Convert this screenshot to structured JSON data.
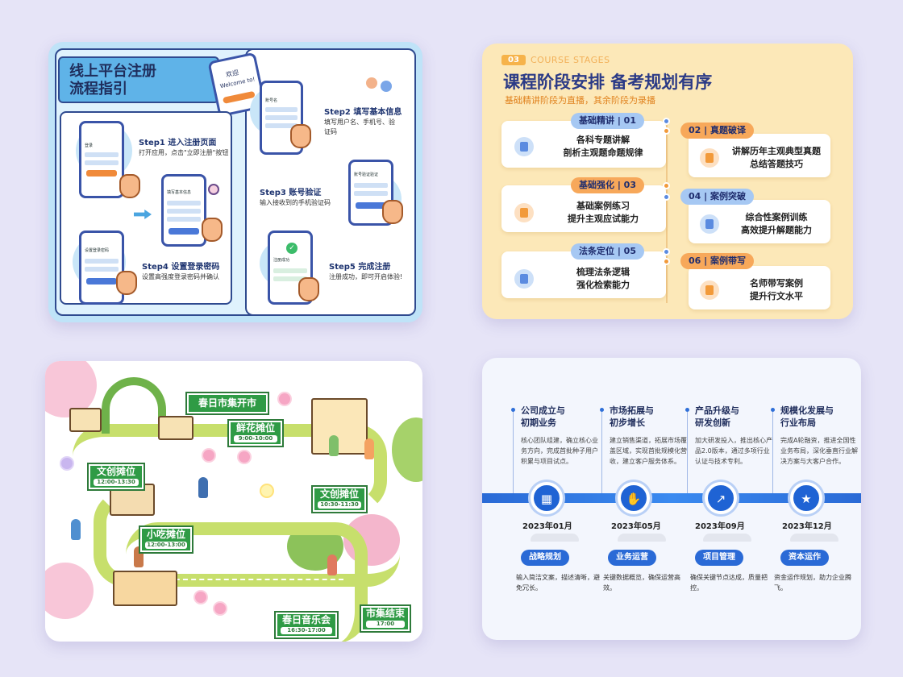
{
  "registration": {
    "title_line1": "线上平台注册",
    "title_line2": "流程指引",
    "welcome_text": "欢迎",
    "welcome_en": "Welcome to!",
    "steps": [
      {
        "title": "Step1 进入注册页面",
        "desc": "打开应用，点击\"立即注册\"按钮"
      },
      {
        "title": "Step2 填写基本信息",
        "desc": "填写用户名、手机号、验证码"
      },
      {
        "title": "Step3 账号验证",
        "desc": "输入接收到的手机验证码"
      },
      {
        "title": "Step4 设置登录密码",
        "desc": "设置高强度登录密码并确认"
      },
      {
        "title": "Step5 完成注册",
        "desc": "注册成功，即可开启体验!"
      }
    ],
    "phone_labels": [
      "登录",
      "填写基本信息",
      "设置登录密码",
      "账号名",
      "账号验证验证",
      "注册成功"
    ]
  },
  "course": {
    "badge": "03",
    "label_en": "COURSE STAGES",
    "title": "课程阶段安排 备考规划有序",
    "subtitle": "基础精讲阶段为直播，其余阶段为录播",
    "stages": [
      {
        "tag": "基础精讲 | 01",
        "text": [
          "各科专题讲解",
          "剖析主观题命题规律"
        ]
      },
      {
        "tag": "02 | 真题破译",
        "text": [
          "讲解历年主观典型真题",
          "总结答题技巧"
        ]
      },
      {
        "tag": "基础强化 | 03",
        "text": [
          "基础案例练习",
          "提升主观应试能力"
        ]
      },
      {
        "tag": "04 | 案例突破",
        "text": [
          "综合性案例训练",
          "高效提升解题能力"
        ]
      },
      {
        "tag": "法条定位 | 05",
        "text": [
          "梳理法条逻辑",
          "强化检索能力"
        ]
      },
      {
        "tag": "06 | 案例带写",
        "text": [
          "名师带写案例",
          "提升行文水平"
        ]
      }
    ]
  },
  "market": {
    "signs": [
      {
        "title": "春日市集开市",
        "time": ""
      },
      {
        "title": "鲜花摊位",
        "time": "9:00-10:00"
      },
      {
        "title": "文创摊位",
        "time": "12:00-13:30"
      },
      {
        "title": "文创摊位",
        "time": "10:30-11:30"
      },
      {
        "title": "小吃摊位",
        "time": "12:00-13:00"
      },
      {
        "title": "春日音乐会",
        "time": "16:30-17:00"
      },
      {
        "title": "市集结束",
        "time": "17:00"
      }
    ]
  },
  "timeline": {
    "columns": [
      {
        "head": [
          "公司成立与",
          "初期业务"
        ],
        "body": "核心团队组建，确立核心业务方向，完成首批种子用户积累与项目试点。",
        "date": "2023年01月",
        "pill": "战略规划",
        "foot": "输入简洁文案，描述清晰，避免冗长。",
        "icon": "building-icon",
        "glyph": "▦"
      },
      {
        "head": [
          "市场拓展与",
          "初步增长"
        ],
        "body": "建立销售渠道，拓展市场覆盖区域，实现首批规模化营收，建立客户服务体系。",
        "date": "2023年05月",
        "pill": "业务运营",
        "foot": "关键数据概览，确保运营高效。",
        "icon": "handshake-icon",
        "glyph": "✋"
      },
      {
        "head": [
          "产品升级与",
          "研发创新"
        ],
        "body": "加大研发投入，推出核心产品2.0版本，通过多项行业认证与技术专利。",
        "date": "2023年09月",
        "pill": "项目管理",
        "foot": "确保关键节点达成，质量把控。",
        "icon": "growth-chart-icon",
        "glyph": "↗"
      },
      {
        "head": [
          "规模化发展与",
          "行业布局"
        ],
        "body": "完成A轮融资，推进全国性业务布局，深化垂直行业解决方案与大客户合作。",
        "date": "2023年12月",
        "pill": "资本运作",
        "foot": "资金运作规划，助力企业腾飞。",
        "icon": "star-icon",
        "glyph": "★"
      }
    ]
  }
}
